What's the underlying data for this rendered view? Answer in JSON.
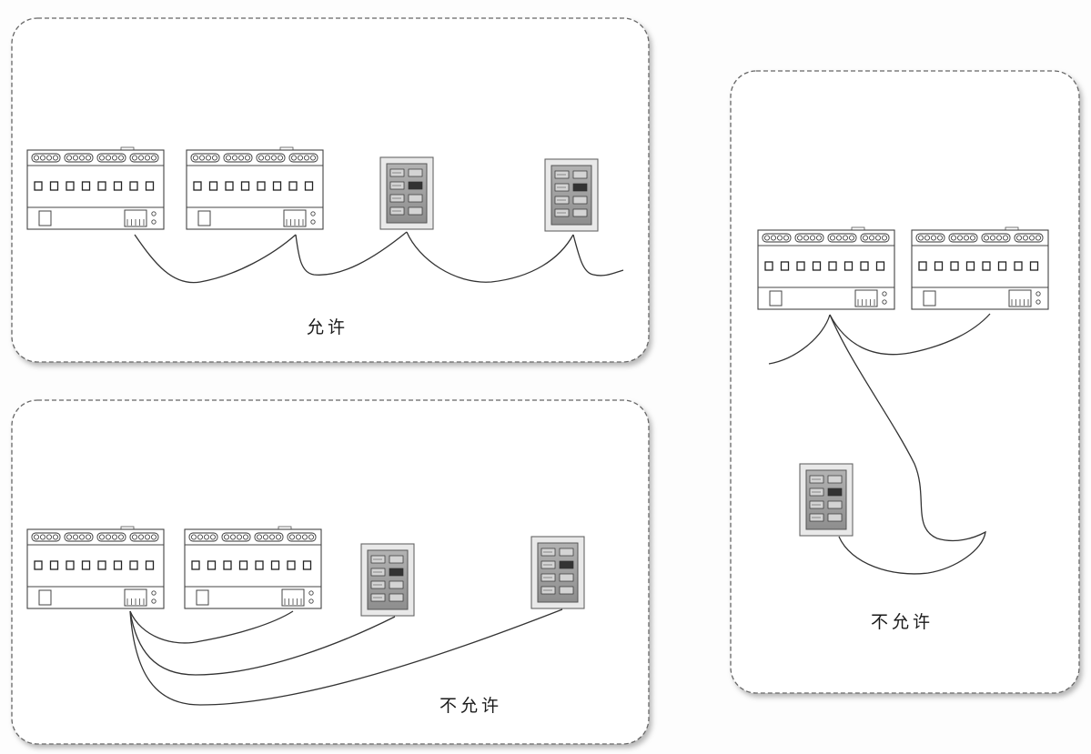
{
  "panels": [
    {
      "id": "top-left",
      "label": "允许"
    },
    {
      "id": "bottom-left",
      "label": "不允许"
    },
    {
      "id": "right",
      "label": "不允许"
    }
  ]
}
